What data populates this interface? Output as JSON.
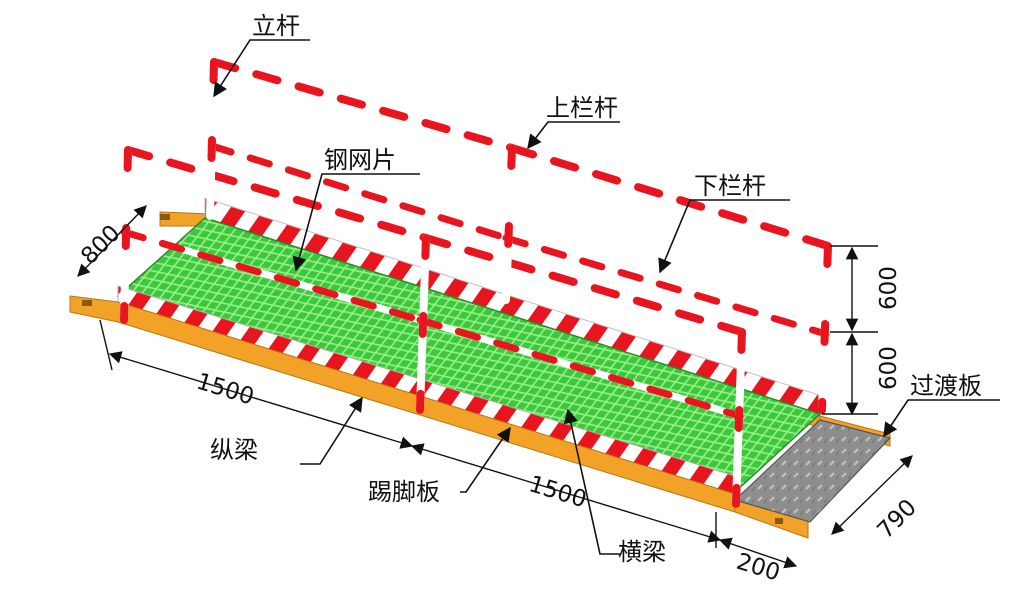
{
  "labels": {
    "post": "立杆",
    "top_rail": "上栏杆",
    "mesh": "钢网片",
    "bottom_rail": "下栏杆",
    "transition_plate": "过渡板",
    "longitudinal_beam": "纵梁",
    "toe_board": "踢脚板",
    "cross_beam": "横梁"
  },
  "dimensions": {
    "width": "800",
    "span_1": "1500",
    "span_2": "1500",
    "rail_upper": "600",
    "rail_lower": "600",
    "plate_width": "790",
    "plate_length": "200"
  },
  "colors": {
    "stripe_red": "#e8141e",
    "stripe_white": "#ffffff",
    "mesh_green": "#3cc83c",
    "beam_orange": "#f2a227",
    "plate_grey": "#9a9a9a"
  }
}
